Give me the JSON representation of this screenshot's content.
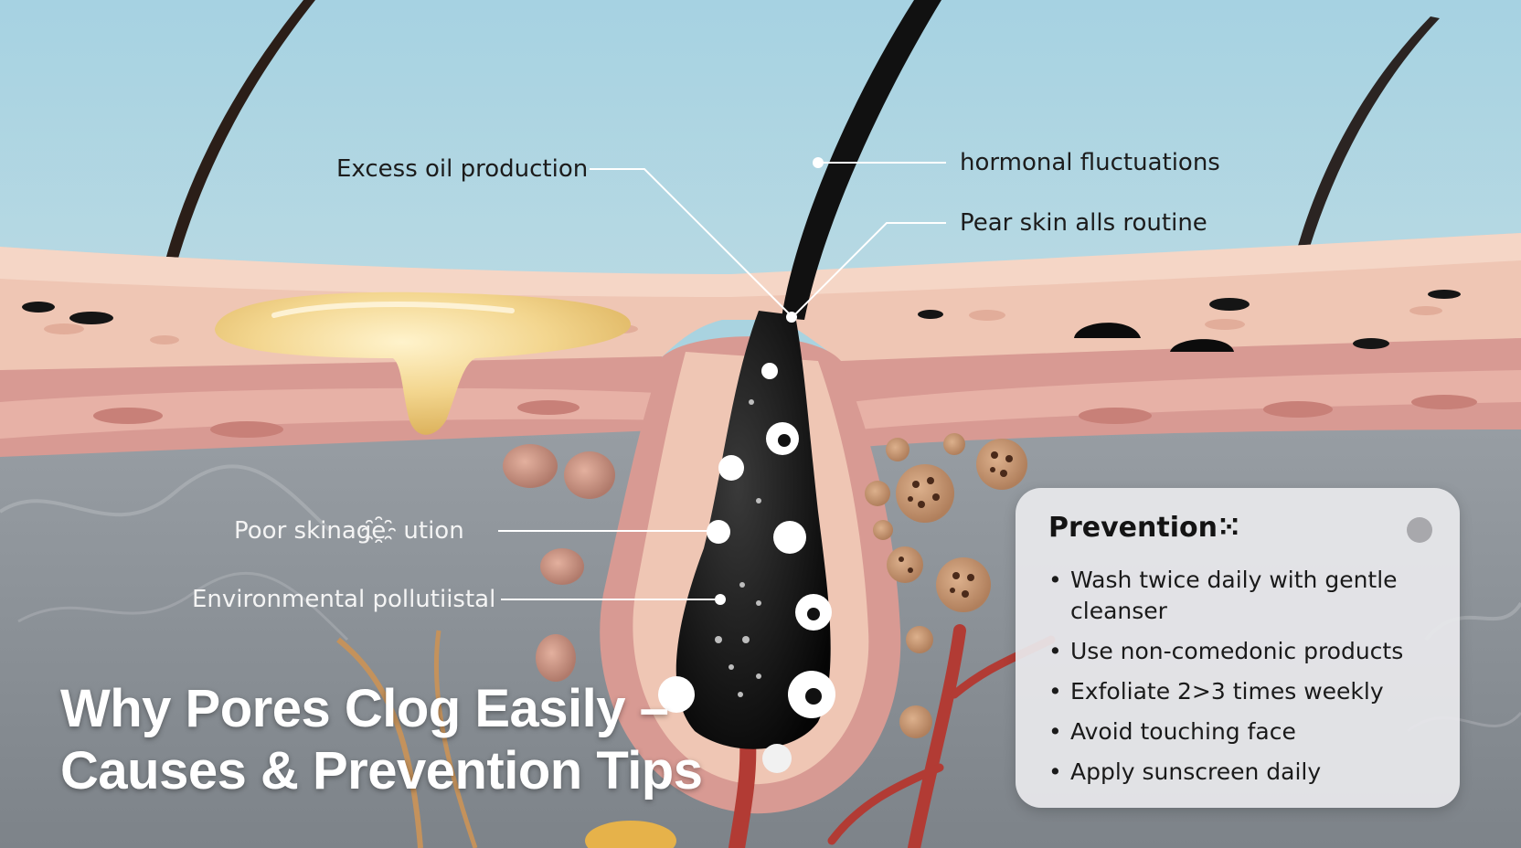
{
  "title": {
    "line1": "Why Pores Clog Easily –",
    "line2": "Causes & Prevention Tips"
  },
  "callouts": {
    "excess_oil": "Excess oil production",
    "hormonal": "hormonal fluctuations",
    "skincare": "Pear skin alls routine",
    "poor_skin": "Poor skinage҈ ution",
    "environmental": "Environmental pollutiistal"
  },
  "prevention": {
    "heading": "Prevention",
    "heading_suffix": "⁙",
    "items": [
      "Wash twice daily with gentle cleanser",
      "Use non-comedonic products",
      "Exfoliate 2>3 times weekly",
      "Avoid touching face",
      "Apply sunscreen daily"
    ]
  },
  "colors": {
    "sky": "#a9d3e0",
    "skin_surface": "#efc6b4",
    "dermis": "#8e9398",
    "hair": "#111111",
    "oil": "#f1cf86",
    "blood_vessel": "#b23b34",
    "card_bg": "#e8e8ec"
  }
}
